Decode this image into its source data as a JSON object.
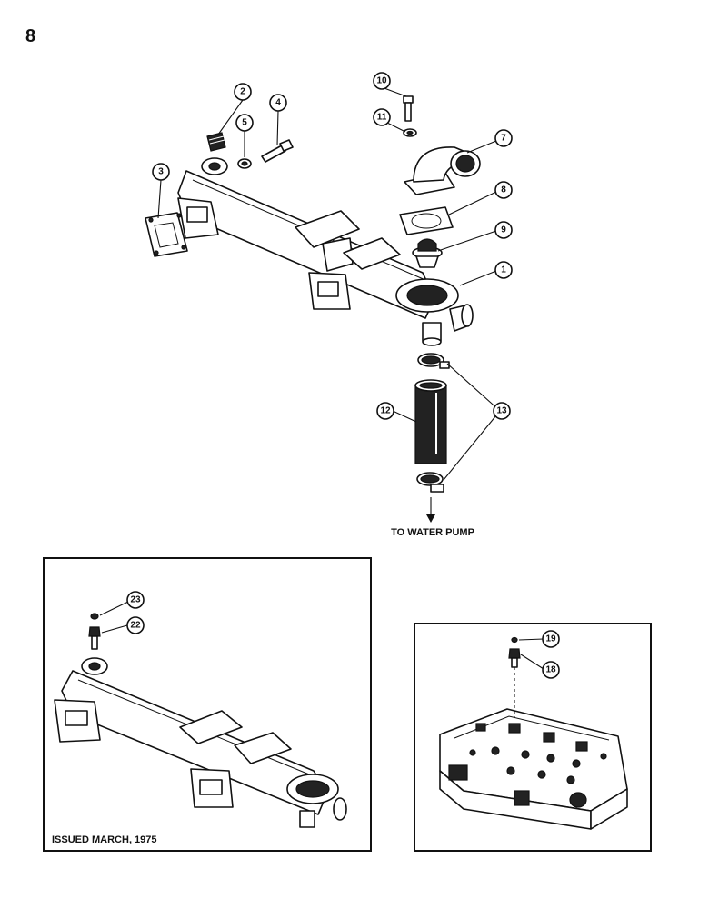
{
  "page_number": "8",
  "main_callouts": [
    "1",
    "2",
    "3",
    "4",
    "5",
    "7",
    "8",
    "9",
    "10",
    "11",
    "12",
    "13"
  ],
  "water_pump_label": "TO WATER PUMP",
  "inset_left": {
    "callouts": [
      "22",
      "23"
    ],
    "issued_label": "ISSUED MARCH, 1975"
  },
  "inset_right": {
    "callouts": [
      "18",
      "19"
    ]
  }
}
